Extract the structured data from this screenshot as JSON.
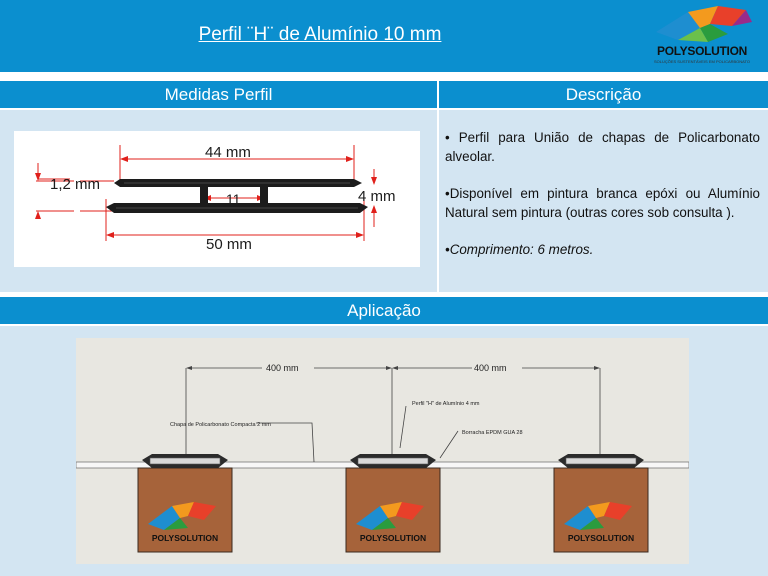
{
  "header": {
    "title": "Perfil  ¨H¨ de Alumínio 10 mm",
    "logo_text": "POLYSOLUTION",
    "logo_tagline": "SOLUÇÕES SUSTENTÁVEIS EM POLICARBONATO"
  },
  "columns": {
    "left_title": "Medidas Perfil",
    "right_title": "Descrição"
  },
  "drawing": {
    "dim_total_top": "44 mm",
    "dim_inner": "11",
    "dim_total_bottom": "50 mm",
    "dim_thickness": "1,2 mm",
    "dim_height": "4 mm"
  },
  "description": {
    "items": [
      "• Perfil para União de chapas de Policarbonato alveolar.",
      "•Disponível em pintura branca epóxi ou Alumínio Natural sem pintura (outras cores sob consulta ).",
      "•Comprimento: 6 metros."
    ]
  },
  "application": {
    "title": "Aplicação",
    "spacing_left": "400 mm",
    "spacing_right": "400 mm",
    "label_profile": "Perfil \"H\" de Alumínio 4 mm",
    "label_sheet": "Chapa de Policarbonato Compacta 2 mm",
    "label_rubber": "Borracha EPDM GUA 28",
    "post_brand": "POLYSOLUTION"
  },
  "colors": {
    "accent_blue": "#0b8fcf",
    "panel_blue": "#d3e5f2",
    "dimension_red": "#e0201b",
    "post_brown": "#a6633a"
  }
}
